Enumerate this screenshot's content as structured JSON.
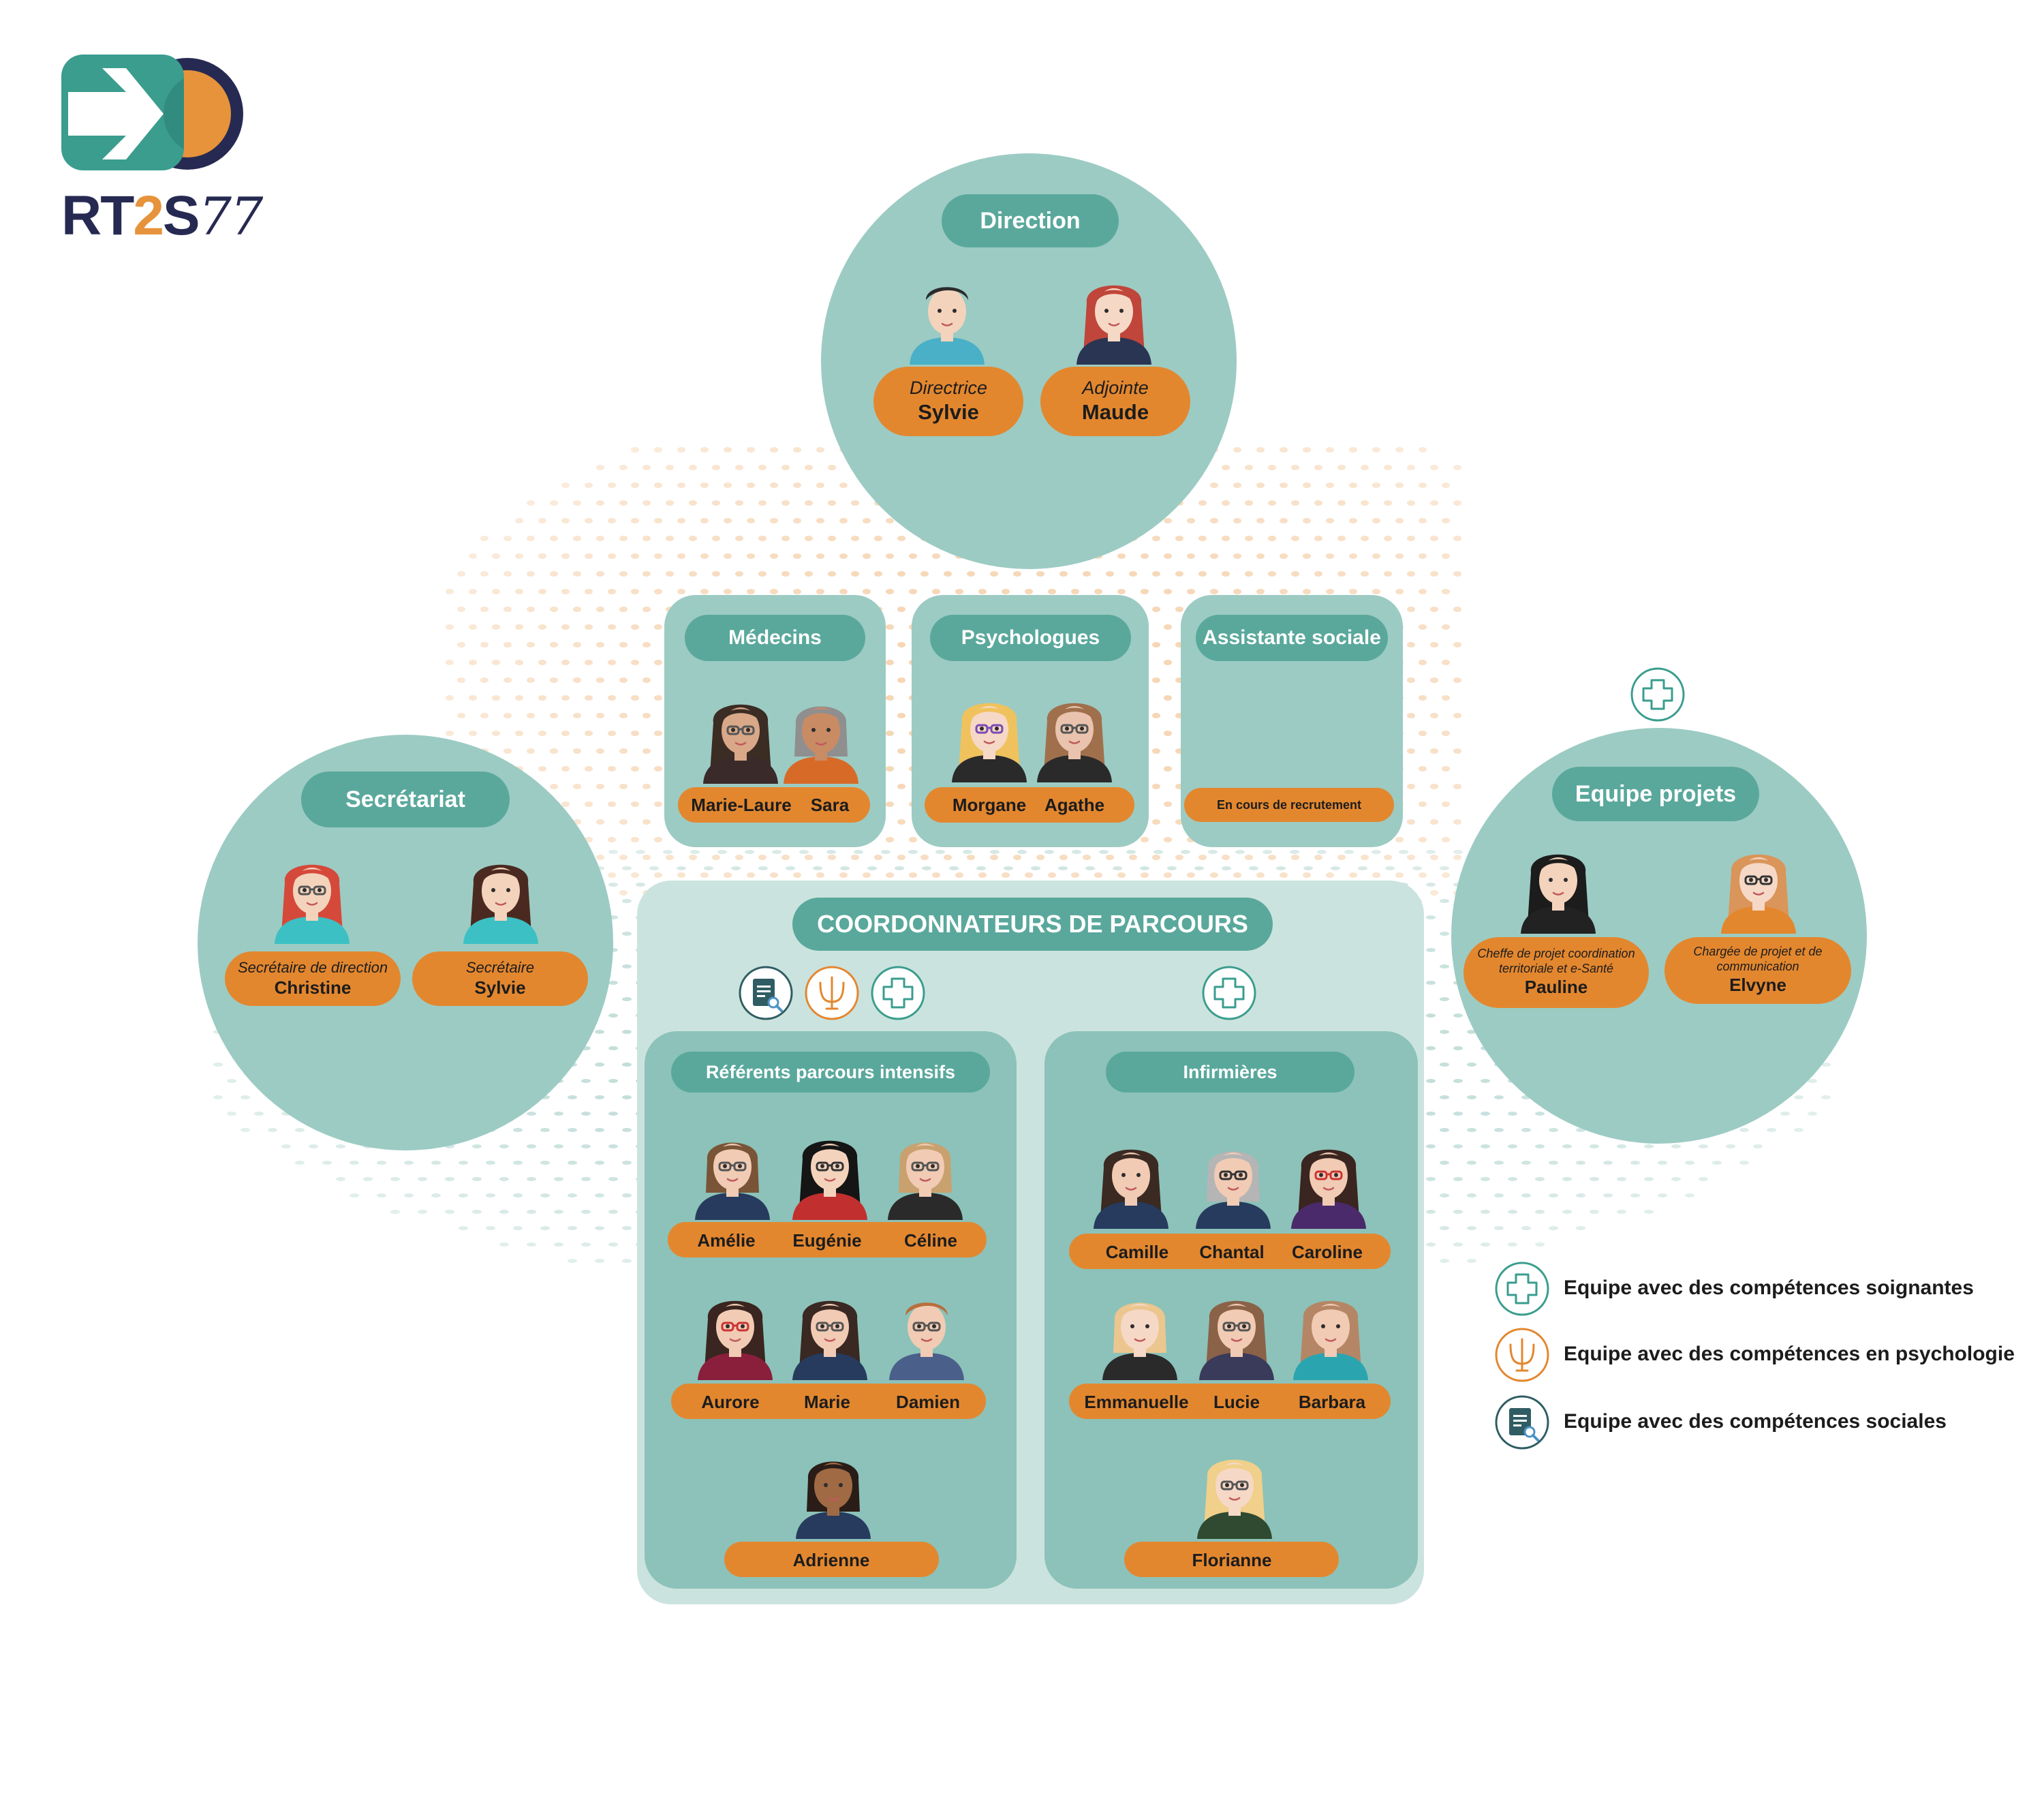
{
  "logo": {
    "text_main": "RT",
    "text_two": "2",
    "text_s": "S",
    "text_num": "77"
  },
  "direction": {
    "title": "Direction",
    "members": [
      {
        "role": "Directrice",
        "name": "Sylvie"
      },
      {
        "role": "Adjointe",
        "name": "Maude"
      }
    ]
  },
  "medecins": {
    "title": "Médecins",
    "names": [
      "Marie-Laure",
      "Sara"
    ]
  },
  "psychologues": {
    "title": "Psychologues",
    "names": [
      "Morgane",
      "Agathe"
    ]
  },
  "assistante": {
    "title": "Assistante sociale",
    "status": "En cours de recrutement"
  },
  "secretariat": {
    "title": "Secrétariat",
    "members": [
      {
        "role": "Secrétaire de direction",
        "name": "Christine"
      },
      {
        "role": "Secrétaire",
        "name": "Sylvie"
      }
    ]
  },
  "projets": {
    "title": "Equipe projets",
    "members": [
      {
        "role": "Cheffe de projet coordination territoriale et e-Santé",
        "name": "Pauline"
      },
      {
        "role": "Chargée de projet et de communication",
        "name": "Elvyne"
      }
    ]
  },
  "coordonnateurs": {
    "title": "COORDONNATEURS DE PARCOURS",
    "referents": {
      "title": "Référents parcours intensifs",
      "row1": [
        "Amélie",
        "Eugénie",
        "Céline"
      ],
      "row2": [
        "Aurore",
        "Marie",
        "Damien"
      ],
      "row3": [
        "Adrienne"
      ]
    },
    "infirmieres": {
      "title": "Infirmières",
      "row1": [
        "Camille",
        "Chantal",
        "Caroline"
      ],
      "row2": [
        "Emmanuelle",
        "Lucie",
        "Barbara"
      ],
      "row3": [
        "Florianne"
      ]
    }
  },
  "legend": [
    {
      "icon": "cross-icon",
      "label": "Equipe avec des compétences soignantes"
    },
    {
      "icon": "psi-icon",
      "label": "Equipe avec des compétences en psychologie"
    },
    {
      "icon": "social-icon",
      "label": "Equipe avec des compétences sociales"
    }
  ],
  "colors": {
    "circle": "#9ccbc3",
    "teal_pill": "#5aa89c",
    "orange": "#e3872f",
    "light_box": "#cbe3de",
    "navy": "#262a52"
  }
}
